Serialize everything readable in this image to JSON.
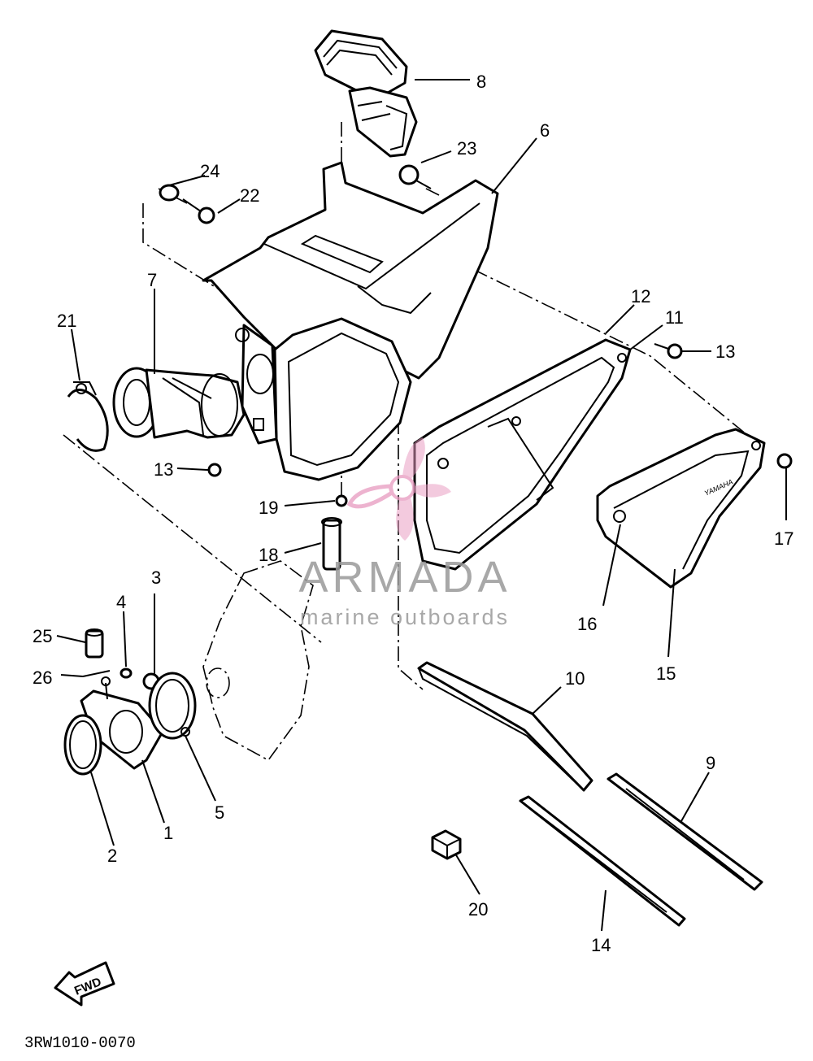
{
  "callouts": [
    "1",
    "2",
    "3",
    "4",
    "5",
    "6",
    "7",
    "8",
    "9",
    "10",
    "11",
    "12",
    "13",
    "13",
    "14",
    "15",
    "16",
    "17",
    "18",
    "19",
    "20",
    "21",
    "22",
    "23",
    "24",
    "25",
    "26"
  ],
  "direction_label": "FWD",
  "embossed_text": "YAMAHA",
  "watermark": {
    "brand": "ARMADA",
    "tagline": "marine outboards",
    "accent_color": "#e89ac0"
  },
  "diagram_code": "3RW1010-0070"
}
